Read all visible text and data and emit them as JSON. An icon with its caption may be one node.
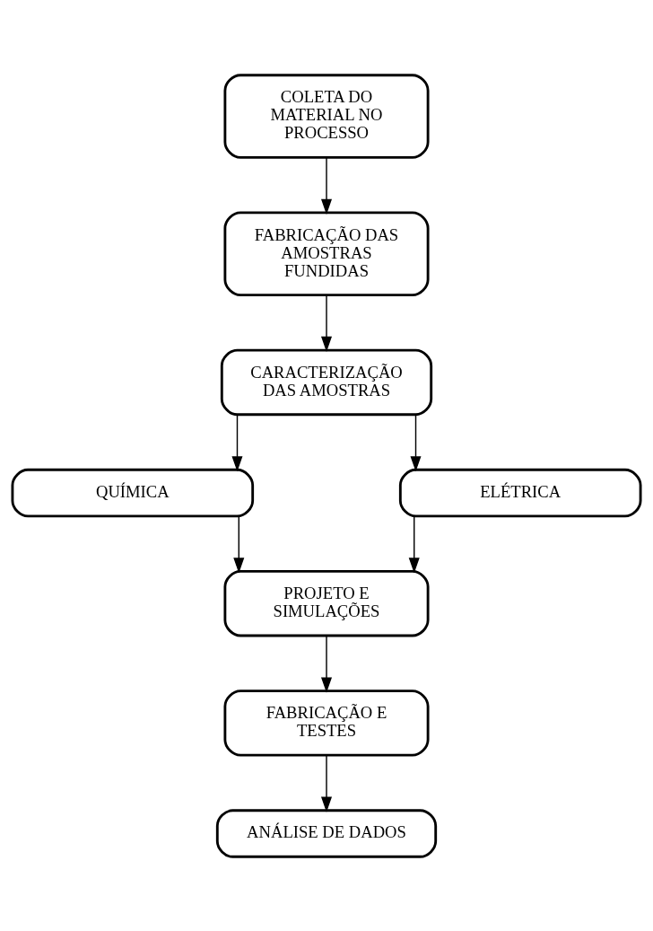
{
  "diagram": {
    "nodes": [
      {
        "text": [
          "COLETA DO MATERIAL NO PROCESSO"
        ]
      },
      {
        "text": [
          "FABRICAÇÃO DAS AMOSTRAS FUNDIDAS"
        ]
      },
      {
        "text": [
          "CARACTERIZAÇÃO DAS AMOSTRAS"
        ]
      },
      {
        "text": [
          "QUÍMICA"
        ]
      },
      {
        "text": [
          "ELÉTRICA"
        ]
      },
      {
        "text": [
          "PROJETO E SIMULAÇÕES"
        ]
      },
      {
        "text": [
          "FABRICAÇÃO E TESTES"
        ]
      },
      {
        "text": [
          "ANÁLISE DE DADOS"
        ]
      }
    ],
    "edges": [
      {
        "from": 0,
        "to": 1,
        "arrow": "to"
      },
      {
        "from": 1,
        "to": 2,
        "arrow": "to"
      },
      {
        "from": 2,
        "to": 3,
        "arrow": "to"
      },
      {
        "from": 2,
        "to": 4,
        "arrow": "to"
      },
      {
        "from": 3,
        "to": 5,
        "arrow": "to"
      },
      {
        "from": 4,
        "to": 5,
        "arrow": "to"
      },
      {
        "from": 5,
        "to": 6,
        "arrow": "to"
      },
      {
        "from": 6,
        "to": 7,
        "arrow": "to"
      }
    ]
  }
}
